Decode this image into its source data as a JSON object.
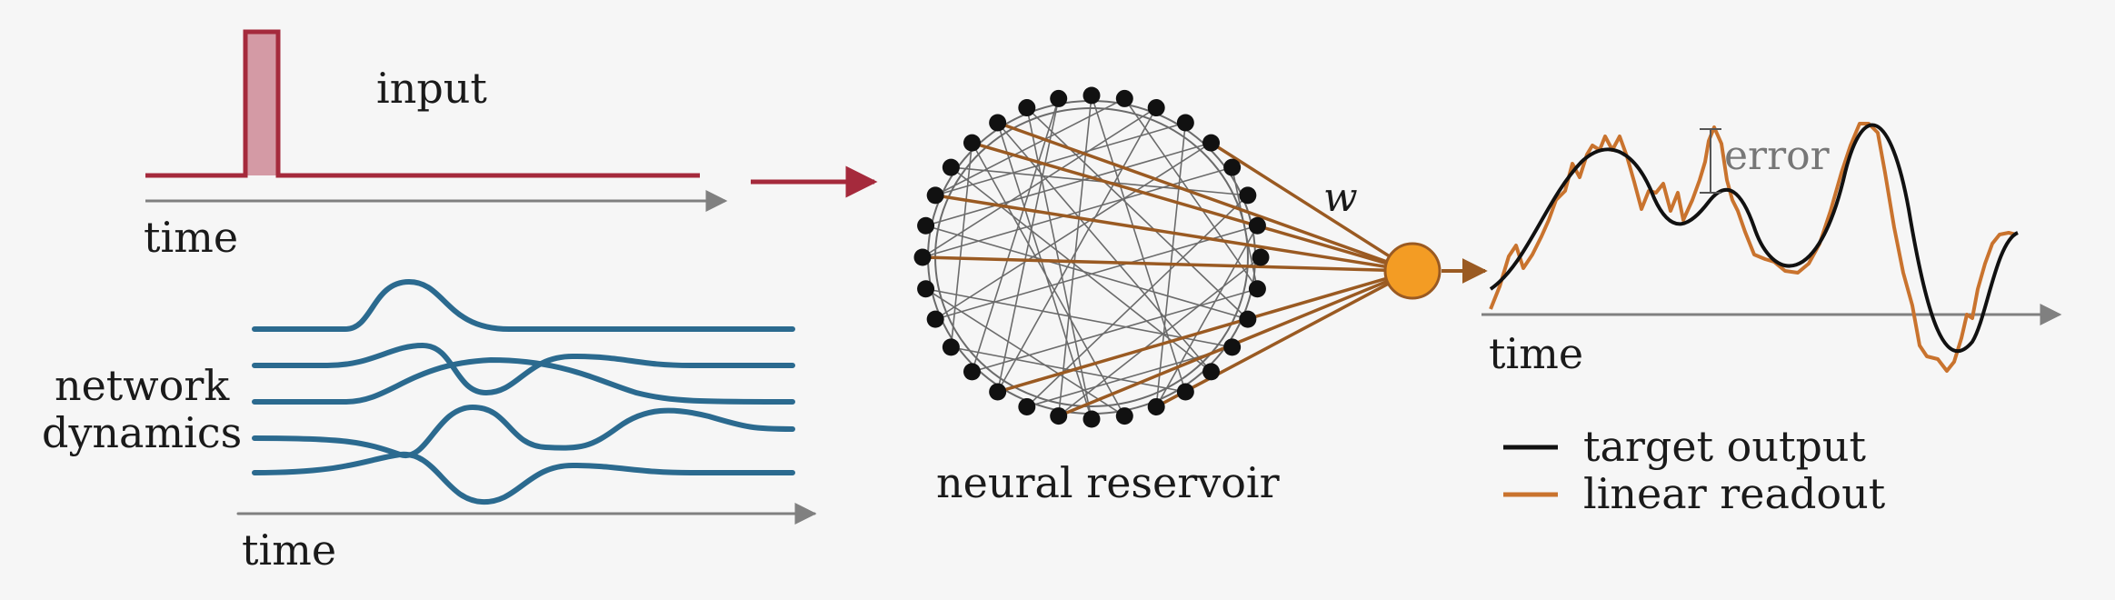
{
  "labels": {
    "input": "input",
    "time_top": "time",
    "network_dynamics": "network\ndynamics",
    "time_bottom": "time",
    "neural_reservoir": "neural reservoir",
    "weight": "w",
    "error": "error",
    "time_right": "time"
  },
  "legend": [
    {
      "label": "target output",
      "color": "#111111"
    },
    {
      "label": "linear readout",
      "color": "#c9732e"
    }
  ],
  "colors": {
    "input": "#a52a3c",
    "dynamics": "#2b6a8f",
    "readout_edges": "#9a5a22",
    "reservoir_edges": "#6b6b6b",
    "output_node": "#f39c24",
    "axis": "#808080"
  }
}
